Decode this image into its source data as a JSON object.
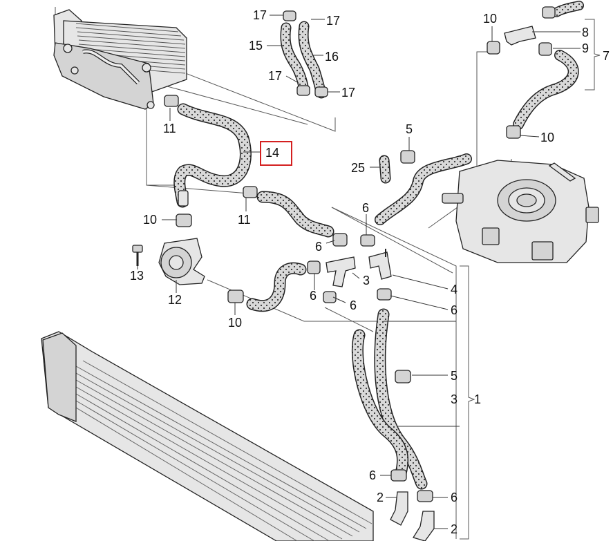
{
  "diagram": {
    "callouts": [
      {
        "id": "c17a",
        "text": "17"
      },
      {
        "id": "c17b",
        "text": "17"
      },
      {
        "id": "c15",
        "text": "15"
      },
      {
        "id": "c16",
        "text": "16"
      },
      {
        "id": "c17c",
        "text": "17"
      },
      {
        "id": "c17d",
        "text": "17"
      },
      {
        "id": "c10a",
        "text": "10"
      },
      {
        "id": "c8",
        "text": "8"
      },
      {
        "id": "c9",
        "text": "9"
      },
      {
        "id": "c7",
        "text": "7"
      },
      {
        "id": "c10b",
        "text": "10"
      },
      {
        "id": "c11a",
        "text": "11"
      },
      {
        "id": "c14",
        "text": "14"
      },
      {
        "id": "c5a",
        "text": "5"
      },
      {
        "id": "c25",
        "text": "25"
      },
      {
        "id": "c10c",
        "text": "10"
      },
      {
        "id": "c11b",
        "text": "11"
      },
      {
        "id": "c6a",
        "text": "6"
      },
      {
        "id": "c6b",
        "text": "6"
      },
      {
        "id": "c13",
        "text": "13"
      },
      {
        "id": "c3a",
        "text": "3"
      },
      {
        "id": "c4",
        "text": "4"
      },
      {
        "id": "c12",
        "text": "12"
      },
      {
        "id": "c6c",
        "text": "6"
      },
      {
        "id": "c6d",
        "text": "6"
      },
      {
        "id": "c6e",
        "text": "6"
      },
      {
        "id": "c10d",
        "text": "10"
      },
      {
        "id": "c5b",
        "text": "5"
      },
      {
        "id": "c3b",
        "text": "3"
      },
      {
        "id": "c1",
        "text": "1"
      },
      {
        "id": "c6f",
        "text": "6"
      },
      {
        "id": "c2a",
        "text": "2"
      },
      {
        "id": "c6g",
        "text": "6"
      },
      {
        "id": "c2b",
        "text": "2"
      }
    ],
    "highlighted_callout": "14",
    "colors": {
      "highlight": "#d42020",
      "hose_fill": "#d9d9d9",
      "outline": "#222222"
    }
  }
}
